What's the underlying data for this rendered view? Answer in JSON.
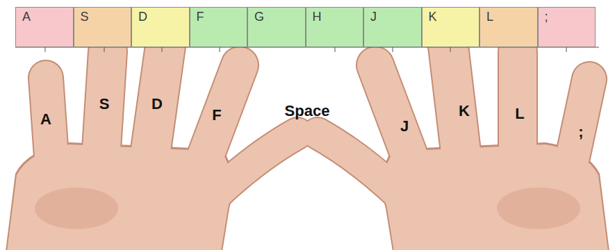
{
  "diagram": {
    "nodes": [
      {
        "text": [
          "A"
        ]
      },
      {
        "text": [
          "S"
        ]
      },
      {
        "text": [
          "D"
        ]
      },
      {
        "text": [
          "F"
        ]
      },
      {
        "text": [
          "G"
        ]
      },
      {
        "text": [
          "H"
        ]
      },
      {
        "text": [
          "J"
        ]
      },
      {
        "text": [
          "K"
        ]
      },
      {
        "text": [
          "L"
        ]
      },
      {
        "text": [
          ";"
        ]
      }
    ],
    "labels": [
      "A",
      "S",
      "D",
      "F",
      "Space",
      "J",
      "K",
      "L",
      ";"
    ]
  }
}
